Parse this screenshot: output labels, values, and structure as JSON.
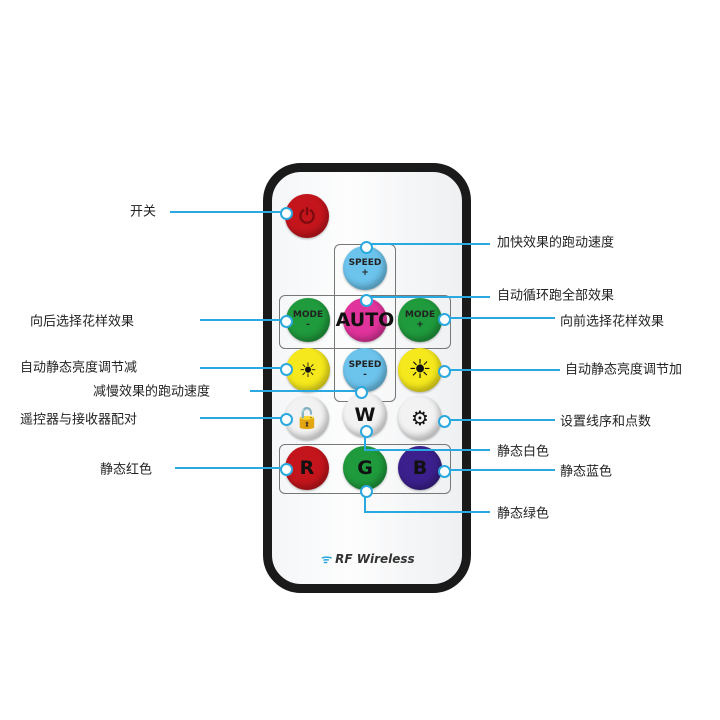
{
  "brand": {
    "text": "RF Wireless",
    "icon": "wifi-icon"
  },
  "buttons": {
    "speed_plus": [
      "SPEED",
      "+"
    ],
    "mode_minus": [
      "MODE",
      "-"
    ],
    "auto": [
      "AUTO"
    ],
    "mode_plus": [
      "MODE",
      "+"
    ],
    "speed_minus": [
      "SPEED",
      "-"
    ],
    "w": [
      "W"
    ],
    "r": [
      "R"
    ],
    "g": [
      "G"
    ],
    "b": [
      "B"
    ]
  },
  "colors": {
    "red": "#c4151c",
    "blue": "#6cc3ec",
    "green": "#1f9a3c",
    "pink": "#e0339b",
    "yellow": "#f5e81c",
    "white": "#f2f2f2",
    "purple": "#3b1f8c",
    "accent": "#2aa9e0"
  },
  "labels": {
    "power": "开关",
    "speed_plus": "加快效果的跑动速度",
    "auto": "自动循环跑全部效果",
    "mode_minus": "向后选择花样效果",
    "mode_plus": "向前选择花样效果",
    "bright_minus": "自动静态亮度调节减",
    "speed_minus": "减慢效果的跑动速度",
    "bright_plus": "自动静态亮度调节加",
    "pair": "遥控器与接收器配对",
    "settings": "设置线序和点数",
    "white": "静态白色",
    "red": "静态红色",
    "blue": "静态蓝色",
    "green": "静态绿色"
  }
}
